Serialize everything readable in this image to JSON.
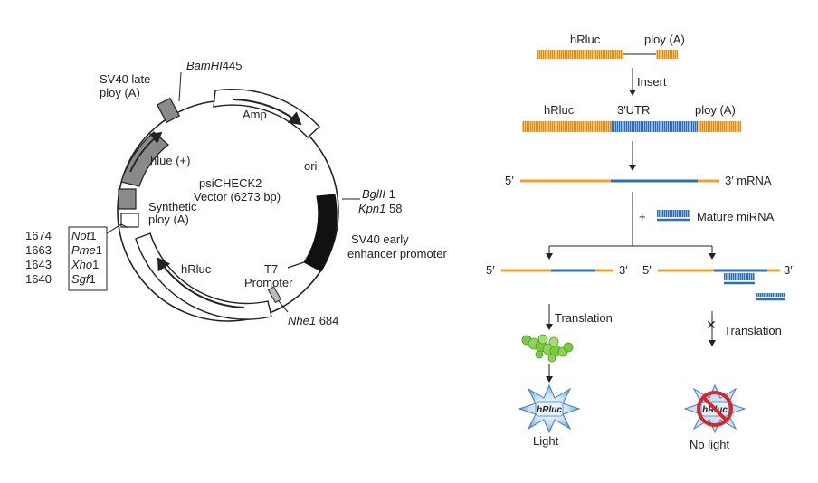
{
  "plasmid": {
    "name": "psiCHECK2",
    "size": "Vector (6273 bp)",
    "bamhi": {
      "name": "BamHI",
      "pos": "445"
    },
    "sv40_late": [
      "SV40 late",
      "ploy (A)"
    ],
    "amp": "Amp",
    "ori": "ori",
    "hluc": "hlue (+)",
    "synthetic": [
      "Synthetic",
      "ploy (A)"
    ],
    "bglii": {
      "name": "BglII",
      "pos": " 1"
    },
    "kpni": {
      "name": "Kpn1",
      "pos": " 58"
    },
    "sv40_early": [
      "SV40 early",
      "enhancer promoter"
    ],
    "hrluc": "hRluc",
    "t7": [
      "T7",
      "Promoter"
    ],
    "nhei": {
      "name": "Nhe1",
      "pos": " 684"
    },
    "sites": [
      {
        "num": "1674",
        "name": "Not",
        "suffix": "1"
      },
      {
        "num": "1663",
        "name": "Pme",
        "suffix": "1"
      },
      {
        "num": "1643",
        "name": "Xho",
        "suffix": "1"
      },
      {
        "num": "1640",
        "name": "Sgf",
        "suffix": "1"
      }
    ]
  },
  "pathway": {
    "row1_hrluc": "hRluc",
    "row1_polya": "ploy (A)",
    "insert": "Insert",
    "row2_hrluc": "hRluc",
    "row2_utr": "3′UTR",
    "row2_polya": "ploy (A)",
    "mrna_5": "5′",
    "mrna_3": "3′ mRNA",
    "plus": "+",
    "mature_mirna": "Mature miRNA",
    "left_5": "5′",
    "left_3": "3′",
    "right_5": "5′",
    "right_3": "3′",
    "translation": "Translation",
    "translation_blocked": "Translation",
    "badge": "hRluc",
    "light": "Light",
    "no_light": "No light"
  },
  "colors": {
    "orange": "#f0a030",
    "blue": "#2f6db3",
    "gray": "#888888",
    "green": "#7ac943",
    "red": "#d9262b"
  }
}
